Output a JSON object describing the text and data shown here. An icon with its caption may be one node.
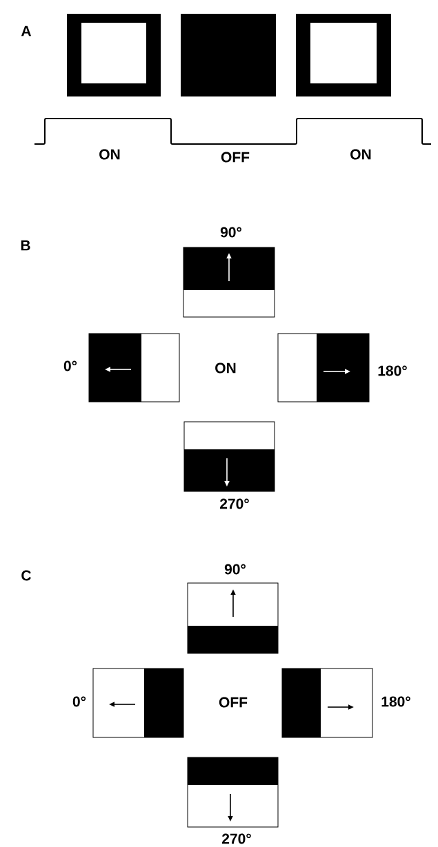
{
  "diagram": {
    "labels": [
      "A",
      "ON",
      "OFF",
      "ON",
      "B",
      "90°",
      "0°",
      "ON",
      "180°",
      "270°",
      "C",
      "90°",
      "0°",
      "OFF",
      "180°",
      "270°"
    ]
  }
}
